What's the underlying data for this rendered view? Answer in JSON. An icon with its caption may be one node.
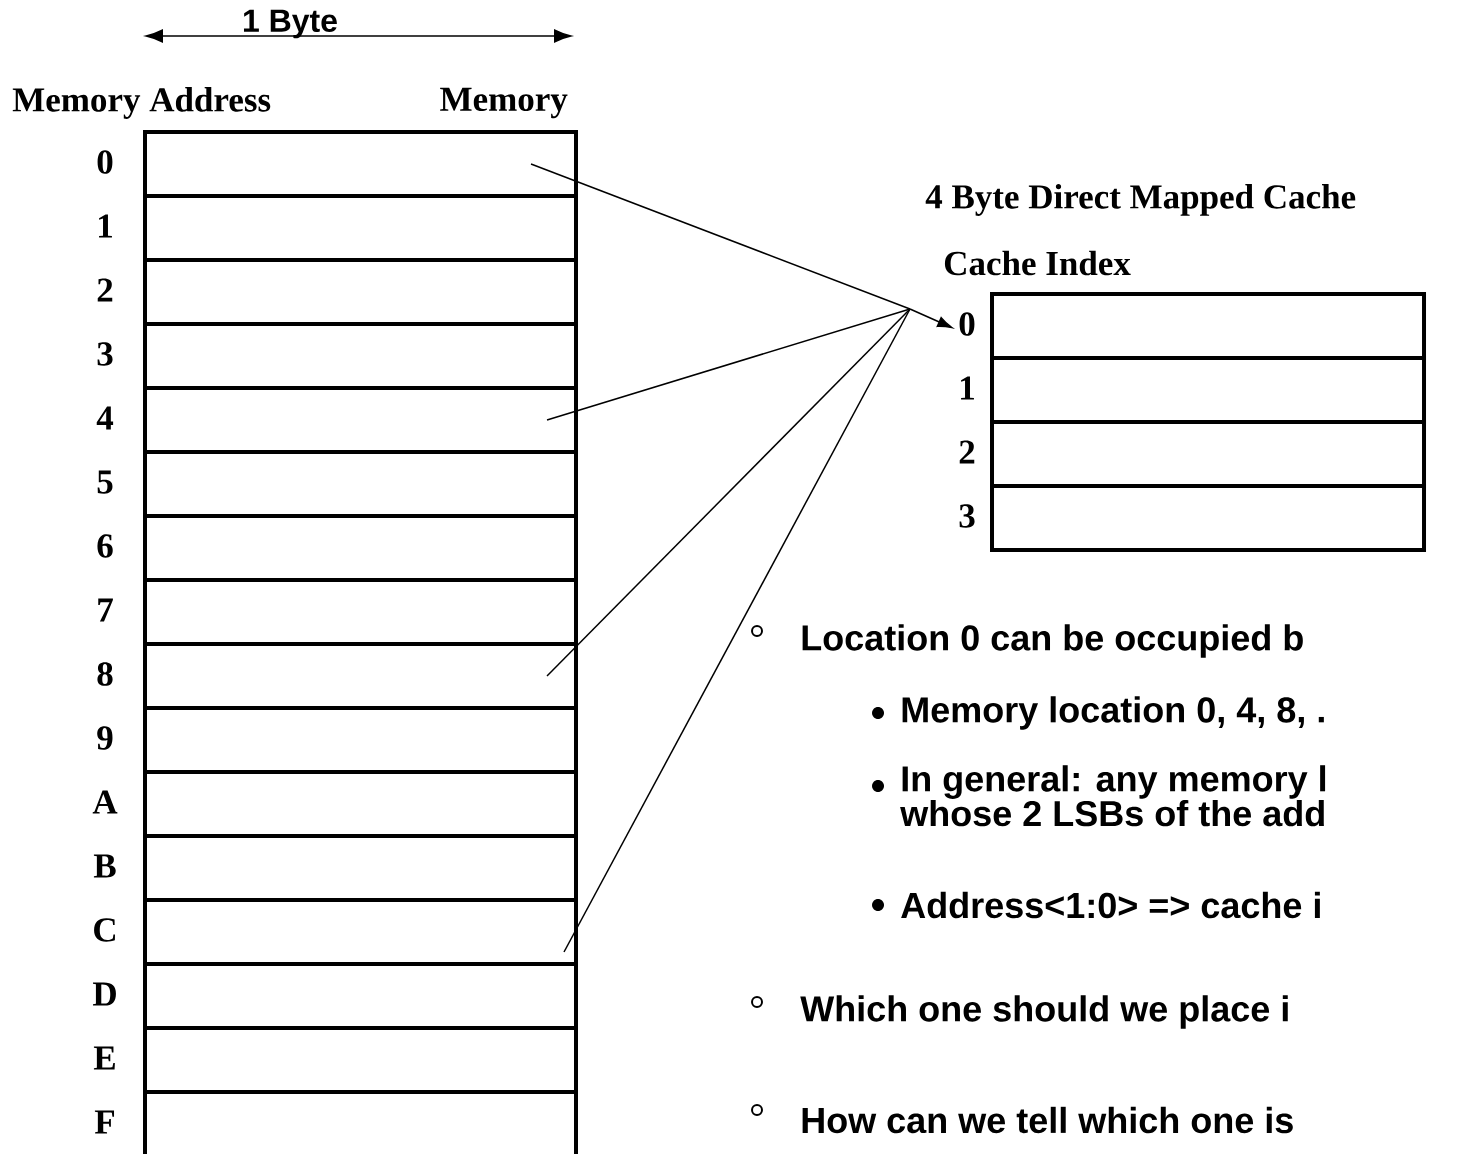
{
  "diagram": {
    "nodes": [
      {
        "text": [],
        "shape": "box",
        "beside": [
          "0"
        ]
      },
      {
        "text": [],
        "shape": "box",
        "beside": [
          "1"
        ]
      },
      {
        "text": [],
        "shape": "box",
        "beside": [
          "2"
        ]
      },
      {
        "text": [],
        "shape": "box",
        "beside": [
          "3"
        ]
      },
      {
        "text": [],
        "shape": "box",
        "beside": [
          "4"
        ]
      },
      {
        "text": [],
        "shape": "box",
        "beside": [
          "5"
        ]
      },
      {
        "text": [],
        "shape": "box",
        "beside": [
          "6"
        ]
      },
      {
        "text": [],
        "shape": "box",
        "beside": [
          "7"
        ]
      },
      {
        "text": [],
        "shape": "box",
        "beside": [
          "8"
        ]
      },
      {
        "text": [],
        "shape": "box",
        "beside": [
          "9"
        ]
      },
      {
        "text": [],
        "shape": "box",
        "beside": [
          "A"
        ]
      },
      {
        "text": [],
        "shape": "box",
        "beside": [
          "B"
        ]
      },
      {
        "text": [],
        "shape": "box",
        "beside": [
          "C"
        ]
      },
      {
        "text": [],
        "shape": "box",
        "beside": [
          "D"
        ]
      },
      {
        "text": [],
        "shape": "box",
        "beside": [
          "E"
        ]
      },
      {
        "text": [],
        "shape": "box",
        "beside": [
          "F"
        ]
      },
      {
        "text": [],
        "shape": "box",
        "beside": [
          "0"
        ]
      },
      {
        "text": [],
        "shape": "box",
        "beside": [
          "1"
        ]
      },
      {
        "text": [],
        "shape": "box",
        "beside": [
          "2"
        ]
      },
      {
        "text": [],
        "shape": "box",
        "beside": [
          "3"
        ]
      }
    ],
    "edges": [
      {
        "from": 0,
        "to": 16,
        "arrow": "to"
      },
      {
        "from": 4,
        "to": 16,
        "arrow": "to"
      },
      {
        "from": 8,
        "to": 16,
        "arrow": "to"
      },
      {
        "from": 12,
        "to": 16,
        "arrow": "to"
      }
    ],
    "labels": [
      "1 Byte",
      "Memory Address",
      "Memory",
      "4  Byte Direct Mapped Cache",
      "Cache Index",
      "Location 0 can be occupied b",
      "Memory location 0, 4, 8, .",
      "In general: any memory l whose 2 LSBs of the add",
      "Address<1:0>  => cache i",
      "Which one should we place i",
      "How can we tell which one is"
    ]
  }
}
